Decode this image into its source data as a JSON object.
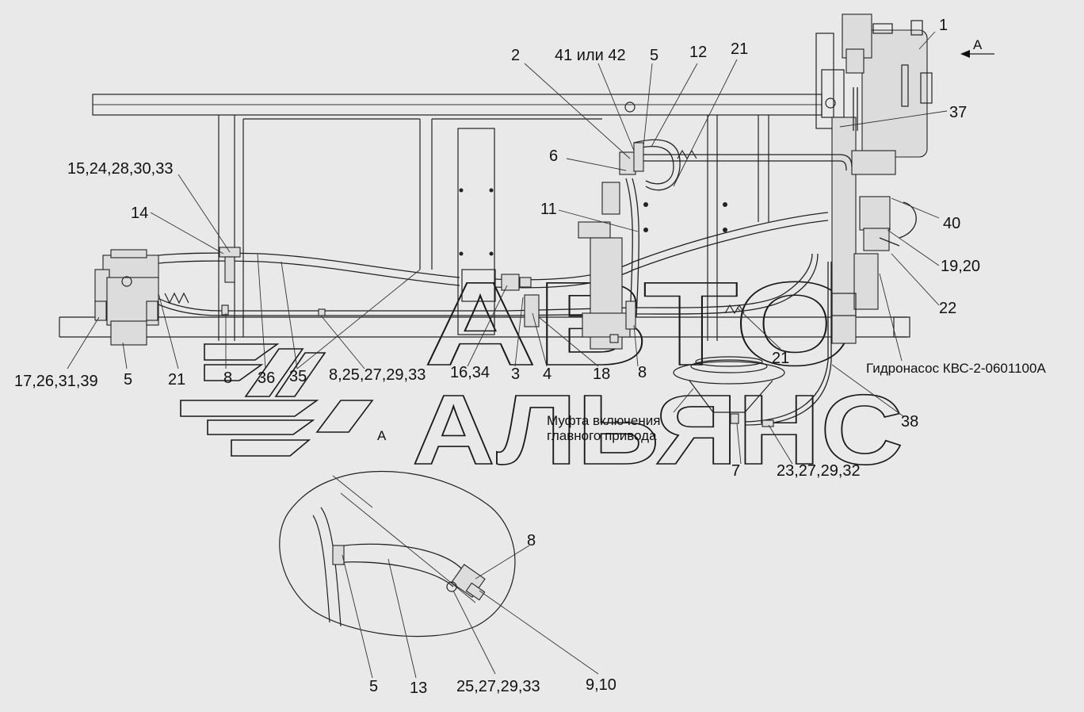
{
  "watermark": {
    "line1": "АВТО",
    "line2": "АЛЬЯНС"
  },
  "view_marks": {
    "arrow": "А",
    "view": "А"
  },
  "notes": {
    "pump": "Гидронасос КВС-2-0601100А",
    "clutch_line1": "Муфта включения",
    "clutch_line2": "главного привода"
  },
  "callouts": {
    "c1": "1",
    "c2": "2",
    "c41_42": "41 или 42",
    "c5_top": "5",
    "c12": "12",
    "c21_top": "21",
    "c37": "37",
    "c6": "6",
    "c11": "11",
    "c40": "40",
    "c19_20": "19,20",
    "c22": "22",
    "c15_group": "15,24,28,30,33",
    "c14": "14",
    "c17_group": "17,26,31,39",
    "c5_left": "5",
    "c21_left": "21",
    "c8_a": "8",
    "c36": "36",
    "c35": "35",
    "c8_group": "8,25,27,29,33",
    "c16_34": "16,34",
    "c3": "3",
    "c4": "4",
    "c18": "18",
    "c8_b": "8",
    "c21_right": "21",
    "c38": "38",
    "c7": "7",
    "c23_group": "23,27,29,32",
    "c8_detail": "8",
    "c5_detail": "5",
    "c13": "13",
    "c25_group": "25,27,29,33",
    "c9_10": "9,10"
  }
}
